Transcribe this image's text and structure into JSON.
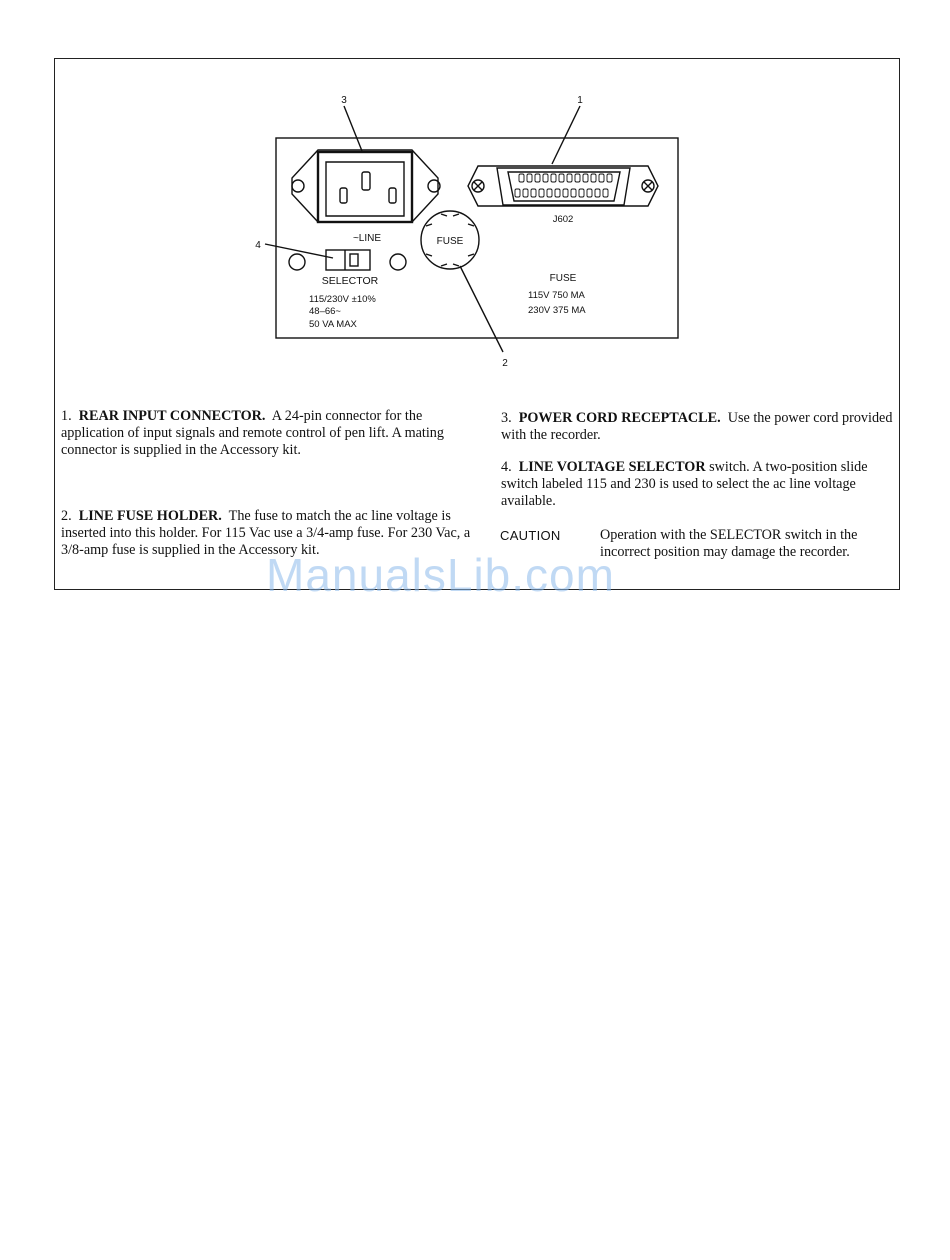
{
  "figure": {
    "callouts": [
      "1",
      "2",
      "3",
      "4"
    ],
    "labels": {
      "line": "~LINE",
      "selector": "SELECTOR",
      "rating_1": "115/230V ±10%",
      "rating_2": "48–66~",
      "rating_3": "50 VA MAX",
      "fuse_holder": "FUSE",
      "connector_id": "J602",
      "fuse_title": "FUSE",
      "fuse_115": "115V 750 MA",
      "fuse_230": "230V 375 MA"
    },
    "icons": [
      "power-receptacle-icon",
      "rear-input-connector-icon",
      "fuse-holder-icon",
      "selector-switch-icon"
    ]
  },
  "items": [
    {
      "num": "1.",
      "title": "REAR INPUT CONNECTOR.",
      "text": "A 24-pin connector for the application of input signals and remote control of pen lift.  A mating connector is supplied in the Accessory kit."
    },
    {
      "num": "2.",
      "title": "LINE FUSE HOLDER.",
      "text": "The fuse to match the ac line voltage is inserted into this holder.  For 115 Vac use a 3/4-amp fuse.  For 230 Vac, a 3/8-amp fuse is supplied in the Accessory kit."
    },
    {
      "num": "3.",
      "title": "POWER CORD RECEPTACLE.",
      "text": "Use the power cord provided with the recorder."
    },
    {
      "num": "4.",
      "title": "LINE VOLTAGE SELECTOR",
      "text": "switch.  A two-position slide switch labeled 115 and 230 is used to select the ac line voltage available."
    }
  ],
  "caution": {
    "label": "CAUTION",
    "text": "Operation with the SELECTOR switch in the incorrect position may damage the recorder."
  },
  "watermark": "ManualsLib.com"
}
